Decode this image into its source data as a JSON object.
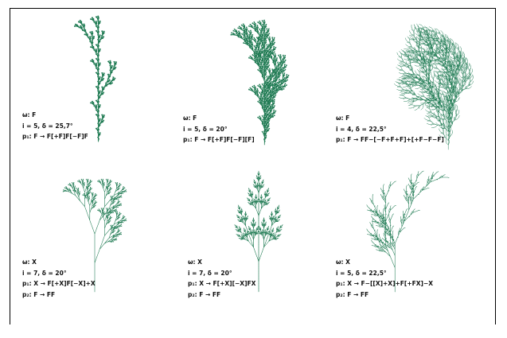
{
  "colors": {
    "plant": "#1e7a52",
    "text": "#111111",
    "border": "#000000"
  },
  "panels": [
    {
      "axiom": "ω: F",
      "params": "i = 5, δ = 25,7°",
      "rules": [
        "p₁: F → F[+F]F[−F]F"
      ]
    },
    {
      "axiom": "ω: F",
      "params": "i = 5, δ = 20°",
      "rules": [
        "p₁: F → F[+F]F[−F][F]"
      ]
    },
    {
      "axiom": "ω: F",
      "params": "i = 4, δ = 22,5°",
      "rules": [
        "p₁: F → FF−[−F+F+F]+[+F−F−F]"
      ]
    },
    {
      "axiom": "ω: X",
      "params": "i = 7, δ = 20°",
      "rules": [
        "p₁: X → F[+X]F[−X]+X",
        "p₂: F → FF"
      ]
    },
    {
      "axiom": "ω: X",
      "params": "i = 7, δ = 20°",
      "rules": [
        "p₁: X → F[+X][−X]FX",
        "p₂: F → FF"
      ]
    },
    {
      "axiom": "ω: X",
      "params": "i = 5, δ = 22,5°",
      "rules": [
        "p₁: X → F−[[X]+X]+F[+FX]−X",
        "p₂: F → FF"
      ]
    }
  ]
}
